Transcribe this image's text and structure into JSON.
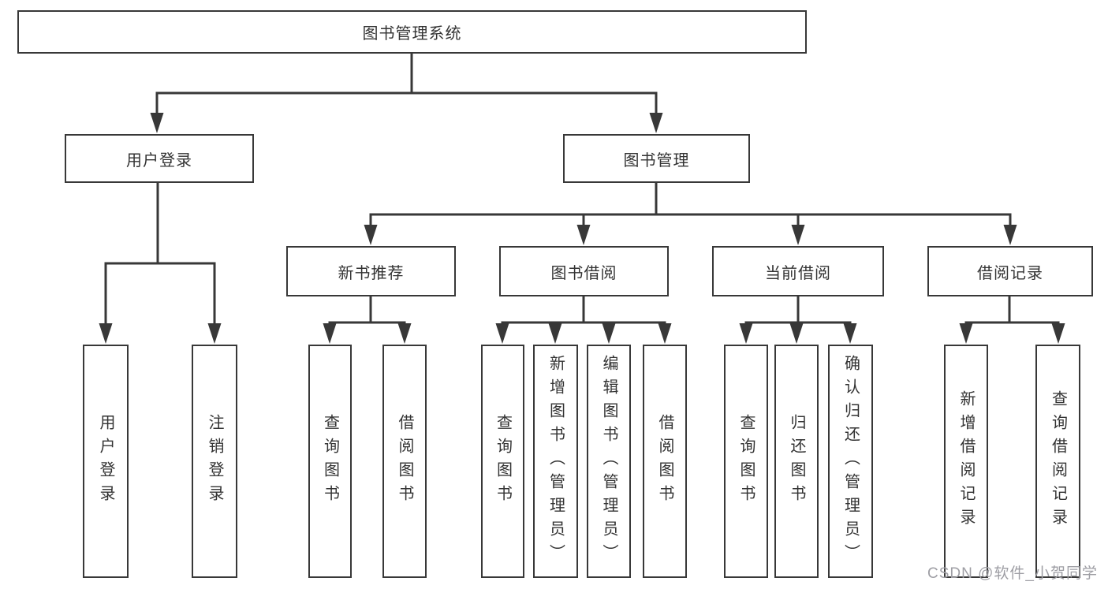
{
  "diagram": {
    "tree": {
      "label": "图书管理系统",
      "children": [
        {
          "label": "用户登录",
          "children": [
            {
              "label": "用户登录"
            },
            {
              "label": "注销登录"
            }
          ]
        },
        {
          "label": "图书管理",
          "children": [
            {
              "label": "新书推荐",
              "children": [
                {
                  "label": "查询图书"
                },
                {
                  "label": "借阅图书"
                }
              ]
            },
            {
              "label": "图书借阅",
              "children": [
                {
                  "label": "查询图书"
                },
                {
                  "label": "新增图书（管理员）"
                },
                {
                  "label": "编辑图书（管理员）"
                },
                {
                  "label": "借阅图书"
                }
              ]
            },
            {
              "label": "当前借阅",
              "children": [
                {
                  "label": "查询图书"
                },
                {
                  "label": "归还图书"
                },
                {
                  "label": "确认归还（管理员）"
                }
              ]
            },
            {
              "label": "借阅记录",
              "children": [
                {
                  "label": "新增借阅记录"
                },
                {
                  "label": "查询借阅记录"
                }
              ]
            }
          ]
        }
      ]
    },
    "colors": {
      "line": "#383838",
      "box_border": "#383838",
      "text": "#333333",
      "watermark_text": "#9e9ea4",
      "background": "#ffffff"
    }
  },
  "watermark": {
    "text": "CSDN @软件_小贺同学"
  }
}
